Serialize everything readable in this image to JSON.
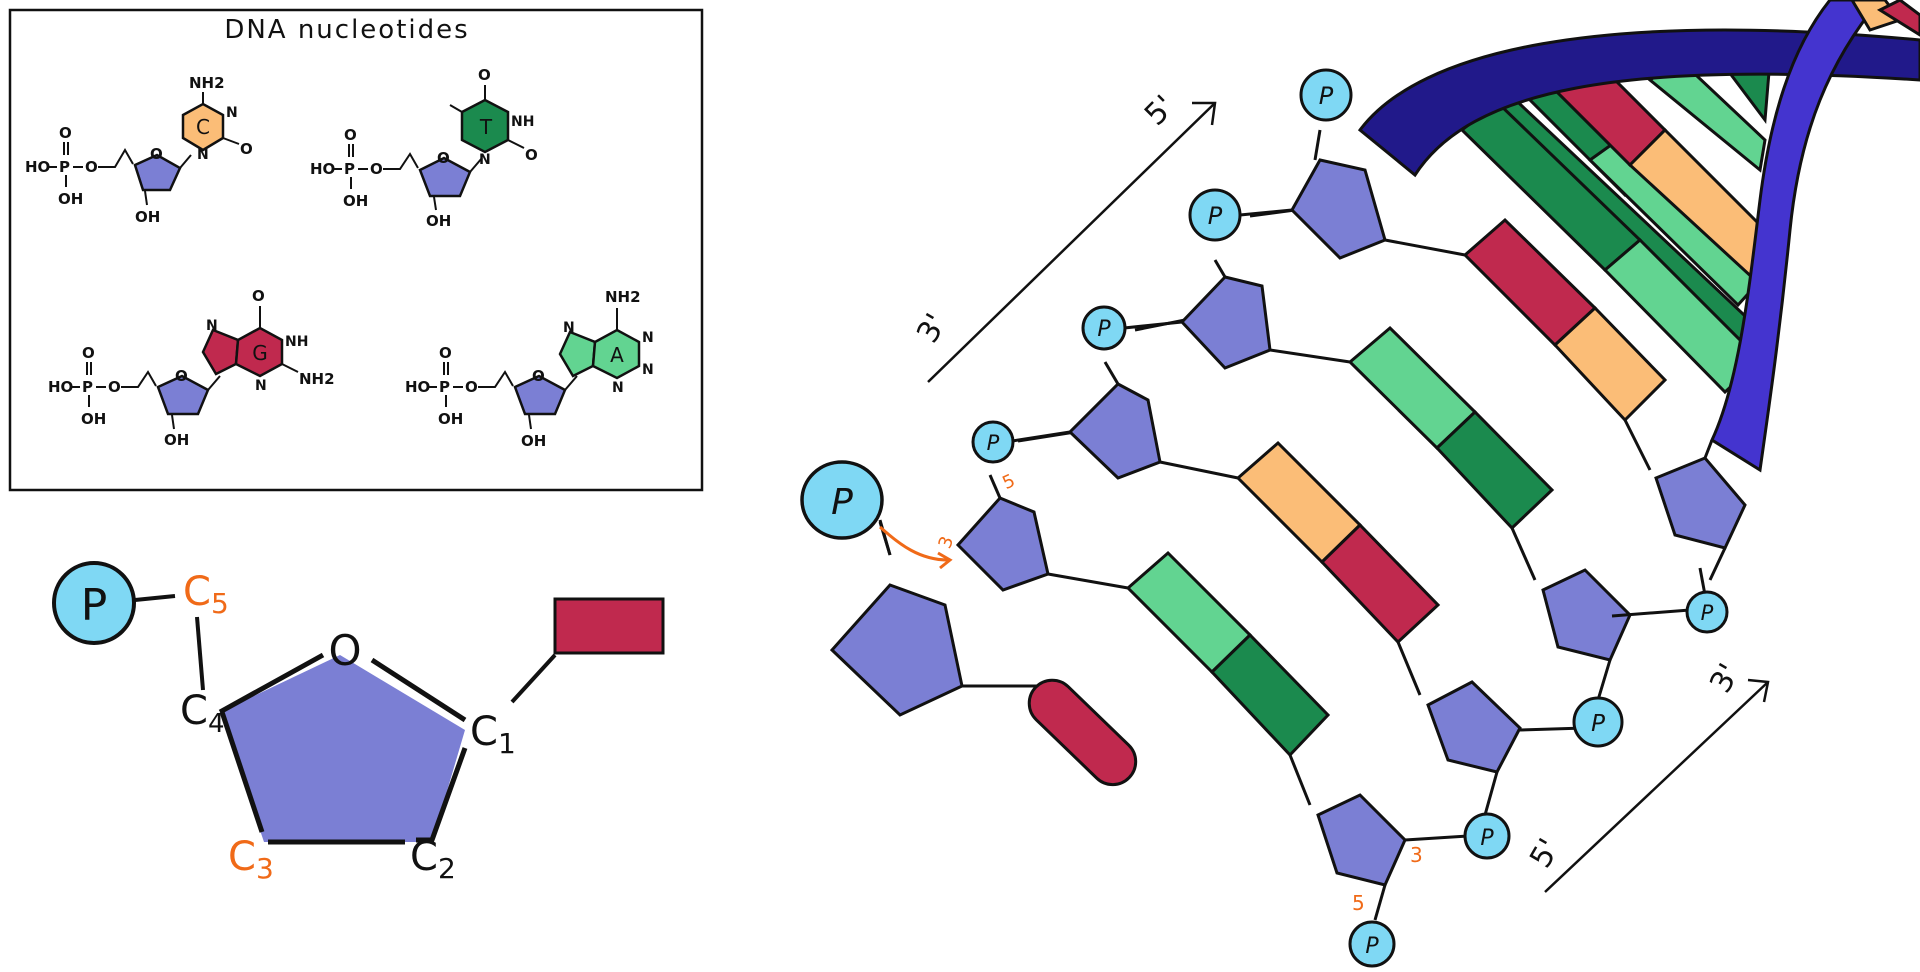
{
  "colors": {
    "sugar": "#7b7fd4",
    "phosphate": "#7fd8f4",
    "guanine": "#c0294e",
    "cytosine": "#fbbd77",
    "thymine": "#1b8a4e",
    "adenine": "#62d491",
    "backbone_dark": "#21198a",
    "backbone_light": "#4434cf",
    "carbon_label": "#f06a18",
    "outline": "#111111"
  },
  "nucleotide_box": {
    "title": "DNA nucleotides",
    "items": [
      {
        "base_letter": "C",
        "base": "cytosine",
        "top_group": "NH2",
        "ring_atoms": [
          "N",
          "N",
          "O"
        ]
      },
      {
        "base_letter": "T",
        "base": "thymine",
        "top_group": "O",
        "ring_atoms": [
          "NH",
          "N",
          "O"
        ]
      },
      {
        "base_letter": "G",
        "base": "guanine",
        "top_group": "O",
        "ring_atoms": [
          "NH",
          "N",
          "N",
          "NH2"
        ]
      },
      {
        "base_letter": "A",
        "base": "adenine",
        "top_group": "NH2",
        "ring_atoms": [
          "N",
          "N",
          "N",
          "N"
        ]
      }
    ],
    "phosphate_text": {
      "p": "P",
      "o": "O",
      "ho": "HO",
      "oh": "OH",
      "o_link": "O"
    },
    "sugar_o": "O",
    "sugar_oh": "OH"
  },
  "sugar_detail": {
    "phosphate": "P",
    "ring_oxygen": "O",
    "carbons": {
      "c1": "C",
      "c1_sub": "1",
      "c2": "C",
      "c2_sub": "2",
      "c3": "C",
      "c3_sub": "3",
      "c4": "C",
      "c4_sub": "4",
      "c5": "C",
      "c5_sub": "5"
    }
  },
  "strand": {
    "phosphate_label": "P",
    "incoming_phosphate": "P",
    "direction_left": {
      "start": "3'",
      "end": "5'"
    },
    "direction_right": {
      "start": "5'",
      "end": "3'"
    },
    "carbon_marks": {
      "incoming_3": "3",
      "top_5": "5",
      "bottom_3": "3",
      "bottom_5": "5"
    }
  }
}
